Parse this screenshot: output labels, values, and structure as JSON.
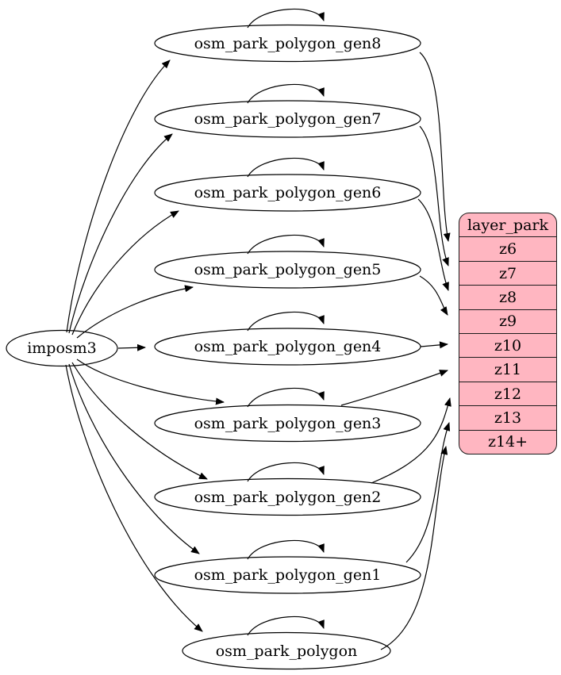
{
  "diagram": {
    "type": "graphviz-dependency-graph",
    "source_node": {
      "label": "imposm3",
      "shape": "ellipse"
    },
    "table_nodes": [
      {
        "label": "osm_park_polygon_gen8",
        "self_loop": true,
        "target_row": "z6"
      },
      {
        "label": "osm_park_polygon_gen7",
        "self_loop": true,
        "target_row": "z7"
      },
      {
        "label": "osm_park_polygon_gen6",
        "self_loop": true,
        "target_row": "z8"
      },
      {
        "label": "osm_park_polygon_gen5",
        "self_loop": true,
        "target_row": "z9"
      },
      {
        "label": "osm_park_polygon_gen4",
        "self_loop": true,
        "target_row": "z10"
      },
      {
        "label": "osm_park_polygon_gen3",
        "self_loop": true,
        "target_row": "z11"
      },
      {
        "label": "osm_park_polygon_gen2",
        "self_loop": true,
        "target_row": "z12"
      },
      {
        "label": "osm_park_polygon_gen1",
        "self_loop": true,
        "target_row": "z13"
      },
      {
        "label": "osm_park_polygon",
        "self_loop": true,
        "target_row": "z14+"
      }
    ],
    "layer_node": {
      "title": "layer_park",
      "rows": [
        "z6",
        "z7",
        "z8",
        "z9",
        "z10",
        "z11",
        "z12",
        "z13",
        "z14+"
      ],
      "fill_color": "#ffb6c1",
      "border_color": "#1c1c1c"
    },
    "edge_color": "#000000",
    "edges": [
      {
        "from": "imposm3",
        "to": "osm_park_polygon_gen8"
      },
      {
        "from": "imposm3",
        "to": "osm_park_polygon_gen7"
      },
      {
        "from": "imposm3",
        "to": "osm_park_polygon_gen6"
      },
      {
        "from": "imposm3",
        "to": "osm_park_polygon_gen5"
      },
      {
        "from": "imposm3",
        "to": "osm_park_polygon_gen4"
      },
      {
        "from": "imposm3",
        "to": "osm_park_polygon_gen3"
      },
      {
        "from": "imposm3",
        "to": "osm_park_polygon_gen2"
      },
      {
        "from": "imposm3",
        "to": "osm_park_polygon_gen1"
      },
      {
        "from": "imposm3",
        "to": "osm_park_polygon"
      },
      {
        "from": "osm_park_polygon_gen8",
        "to": "osm_park_polygon_gen8"
      },
      {
        "from": "osm_park_polygon_gen7",
        "to": "osm_park_polygon_gen7"
      },
      {
        "from": "osm_park_polygon_gen6",
        "to": "osm_park_polygon_gen6"
      },
      {
        "from": "osm_park_polygon_gen5",
        "to": "osm_park_polygon_gen5"
      },
      {
        "from": "osm_park_polygon_gen4",
        "to": "osm_park_polygon_gen4"
      },
      {
        "from": "osm_park_polygon_gen3",
        "to": "osm_park_polygon_gen3"
      },
      {
        "from": "osm_park_polygon_gen2",
        "to": "osm_park_polygon_gen2"
      },
      {
        "from": "osm_park_polygon_gen1",
        "to": "osm_park_polygon_gen1"
      },
      {
        "from": "osm_park_polygon",
        "to": "osm_park_polygon"
      },
      {
        "from": "osm_park_polygon_gen8",
        "to": "layer_park:z6"
      },
      {
        "from": "osm_park_polygon_gen7",
        "to": "layer_park:z7"
      },
      {
        "from": "osm_park_polygon_gen6",
        "to": "layer_park:z8"
      },
      {
        "from": "osm_park_polygon_gen5",
        "to": "layer_park:z9"
      },
      {
        "from": "osm_park_polygon_gen4",
        "to": "layer_park:z10"
      },
      {
        "from": "osm_park_polygon_gen3",
        "to": "layer_park:z11"
      },
      {
        "from": "osm_park_polygon_gen2",
        "to": "layer_park:z12"
      },
      {
        "from": "osm_park_polygon_gen1",
        "to": "layer_park:z13"
      },
      {
        "from": "osm_park_polygon",
        "to": "layer_park:z14+"
      }
    ]
  }
}
